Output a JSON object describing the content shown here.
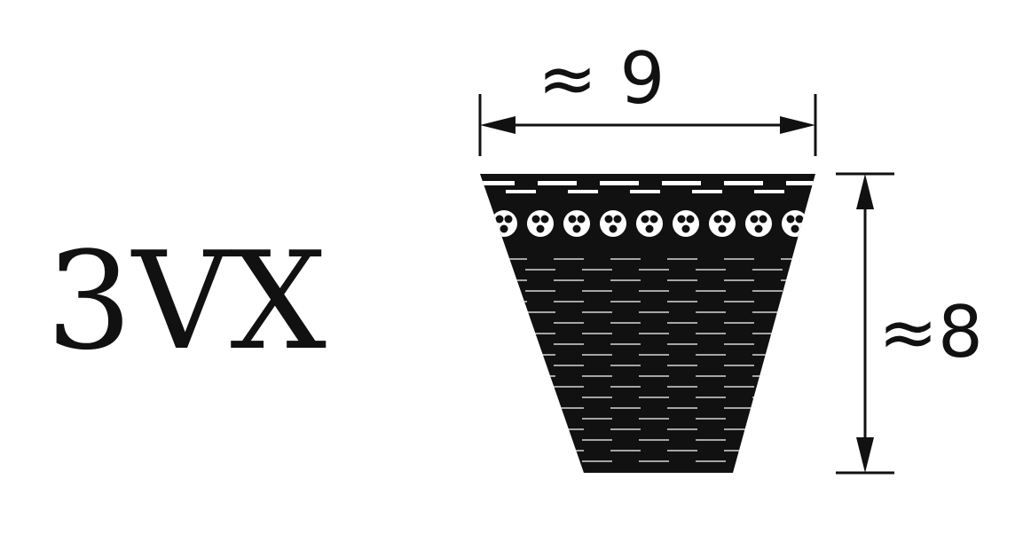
{
  "belt_type": "3VX",
  "width": {
    "label": "≈ 9"
  },
  "height": {
    "label": "≈8"
  },
  "colors": {
    "ink": "#111111",
    "background": "#ffffff",
    "stripe": "#ffffff"
  }
}
